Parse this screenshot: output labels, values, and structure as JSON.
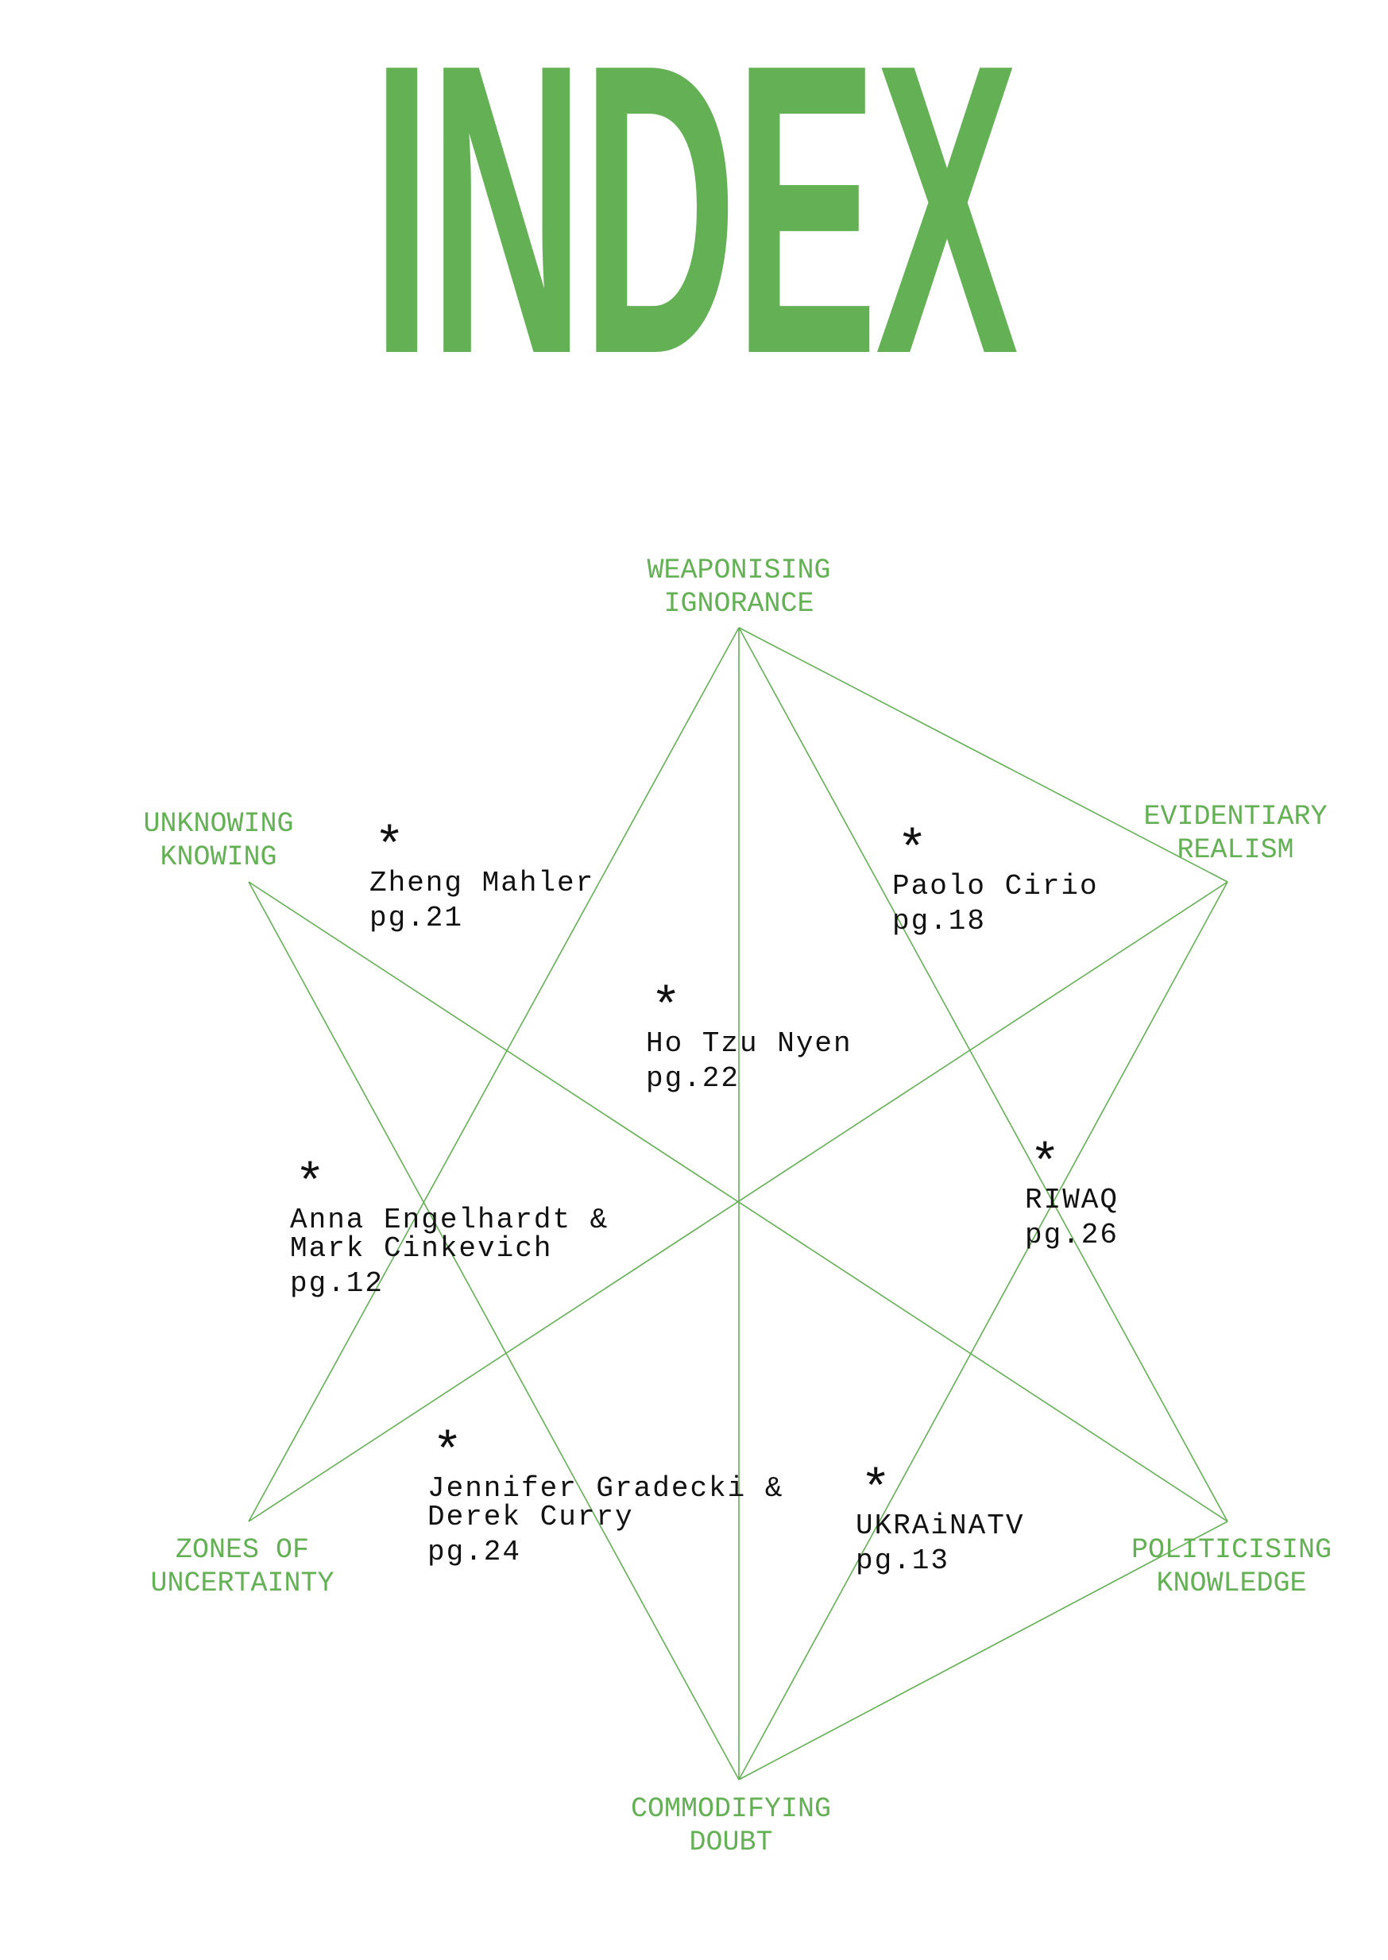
{
  "title": "INDEX",
  "colors": {
    "accent": "#64b055",
    "text": "#111111",
    "background": "#ffffff"
  },
  "diagram": {
    "nodes": [
      {
        "id": "weaponising",
        "lines": [
          "WEAPONISING",
          "IGNORANCE"
        ]
      },
      {
        "id": "evidentiary",
        "lines": [
          "EVIDENTIARY",
          "REALISM"
        ]
      },
      {
        "id": "politicising",
        "lines": [
          "POLITICISING",
          "KNOWLEDGE"
        ]
      },
      {
        "id": "commodifying",
        "lines": [
          "COMMODIFYING",
          "DOUBT"
        ]
      },
      {
        "id": "zones",
        "lines": [
          "ZONES OF",
          "UNCERTAINTY"
        ]
      },
      {
        "id": "unknowing",
        "lines": [
          "UNKNOWING",
          "KNOWING"
        ]
      }
    ],
    "entries": [
      {
        "id": "zheng",
        "star": "*",
        "lines": [
          "Zheng Mahler"
        ],
        "page": "pg.21"
      },
      {
        "id": "paolo",
        "star": "*",
        "lines": [
          "Paolo Cirio"
        ],
        "page": "pg.18"
      },
      {
        "id": "ho",
        "star": "*",
        "lines": [
          "Ho Tzu Nyen"
        ],
        "page": "pg.22"
      },
      {
        "id": "anna",
        "star": "*",
        "lines": [
          "Anna Engelhardt &",
          "Mark Cinkevich"
        ],
        "page": "pg.12"
      },
      {
        "id": "riwaq",
        "star": "*",
        "lines": [
          "RIWAQ"
        ],
        "page": "pg.26"
      },
      {
        "id": "jennifer",
        "star": "*",
        "lines": [
          "Jennifer Gradecki &",
          "Derek Curry"
        ],
        "page": "pg.24"
      },
      {
        "id": "ukrainatv",
        "star": "*",
        "lines": [
          "UKRAiNATV"
        ],
        "page": "pg.13"
      }
    ]
  }
}
